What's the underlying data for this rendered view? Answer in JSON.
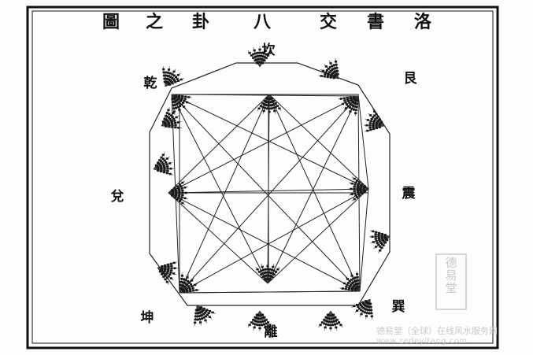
{
  "title": [
    "圖",
    "之",
    "卦",
    "八",
    "交",
    "書",
    "洛"
  ],
  "trigrams": {
    "top": "坎",
    "top_right": "艮",
    "right": "震",
    "bottom_right": "巽",
    "bottom": "離",
    "bottom_left": "坤",
    "left": "兌",
    "top_left": "乾"
  },
  "watermark": {
    "seal": [
      "德",
      "易",
      "堂"
    ],
    "text": "德易堂（全球）在线风水服务网",
    "url": "www.zedeyitang.com"
  }
}
